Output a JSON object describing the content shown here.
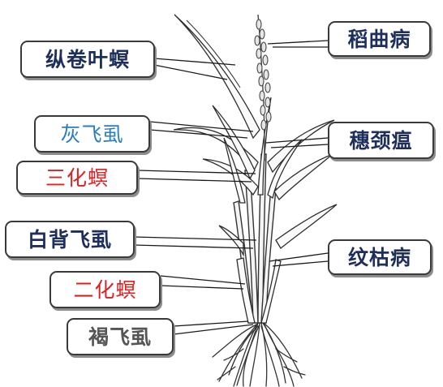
{
  "diagram": {
    "labels": {
      "zongjuanyeming": {
        "text": "纵卷叶螟",
        "color": "#1f2f5c"
      },
      "huifeishi": {
        "text": "灰飞虱",
        "color": "#2a7fc0"
      },
      "sanhuaming": {
        "text": "三化螟",
        "color": "#e02020"
      },
      "baibeifeishi": {
        "text": "白背飞虱",
        "color": "#1f2f5c"
      },
      "erhuaming": {
        "text": "二化螟",
        "color": "#e02020"
      },
      "hefeishi": {
        "text": "褐飞虱",
        "color": "#555555"
      },
      "daoqubing": {
        "text": "稻曲病",
        "color": "#1f2f5c"
      },
      "suijingwen": {
        "text": "穗颈瘟",
        "color": "#1f2f5c"
      },
      "wenkubing": {
        "text": "纹枯病",
        "color": "#1f2f5c"
      }
    }
  }
}
